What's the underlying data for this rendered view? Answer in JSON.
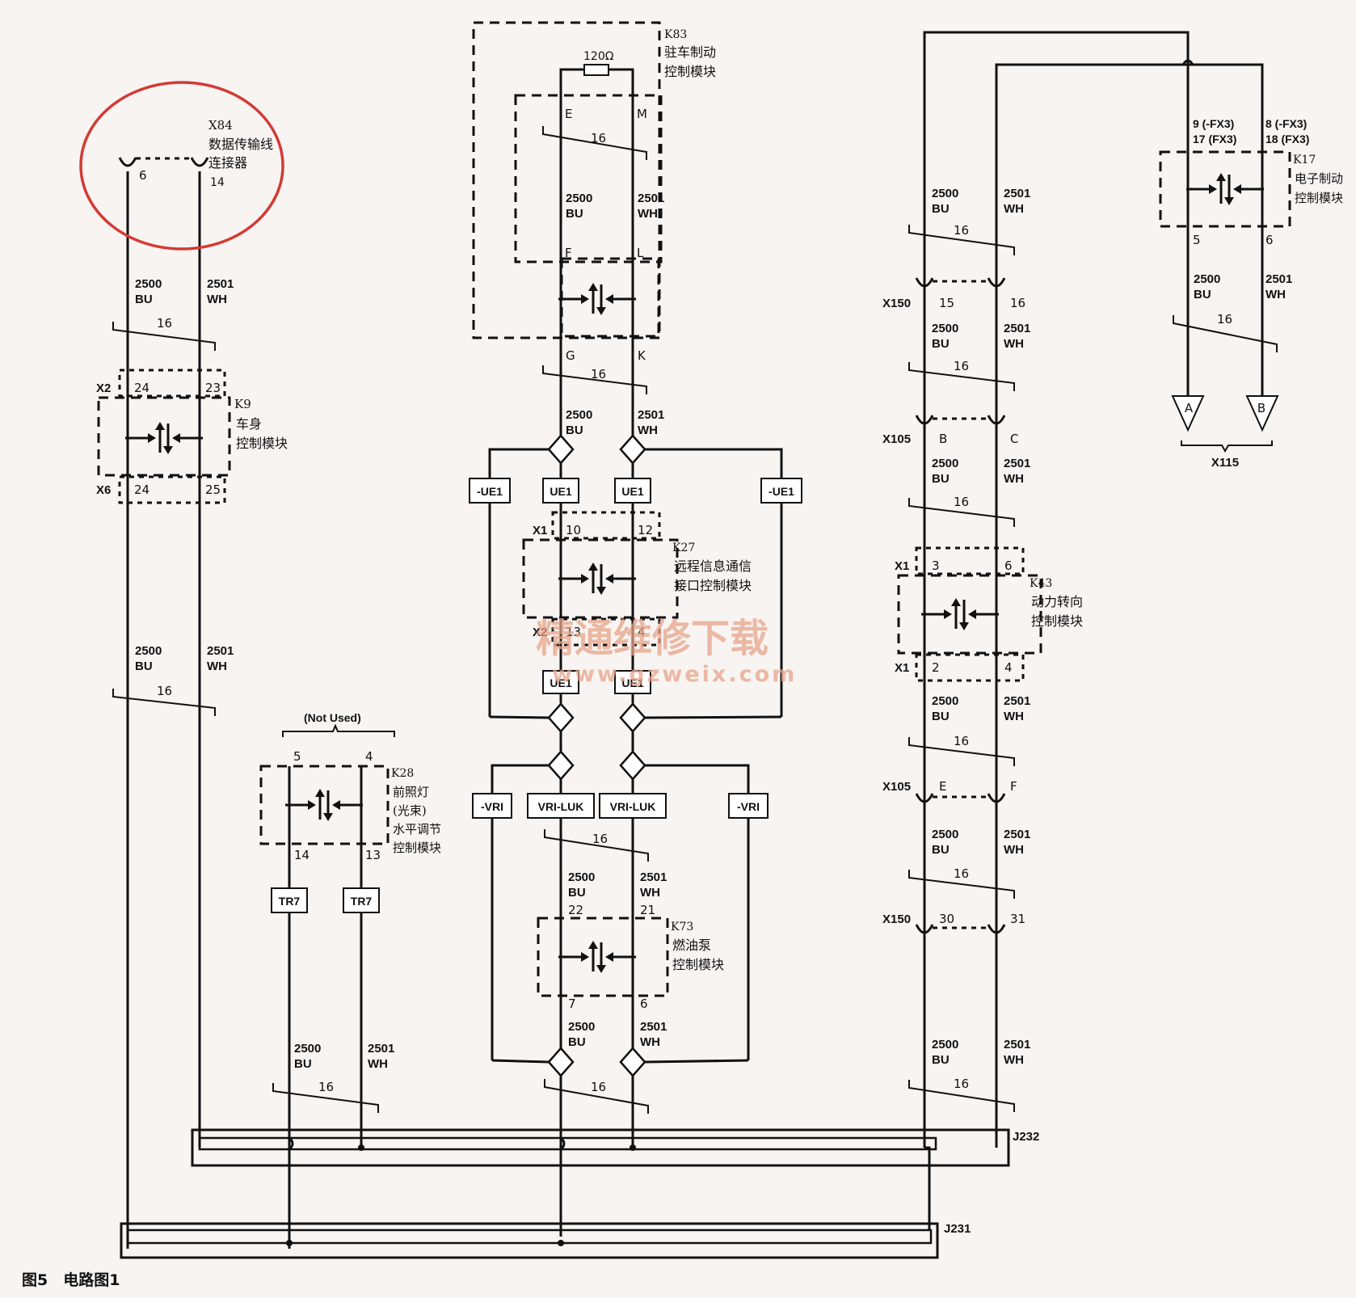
{
  "figure_caption": "图5　电路图1",
  "wire_bu": {
    "circuit": "2500",
    "color": "BU"
  },
  "wire_wh": {
    "circuit": "2501",
    "color": "WH"
  },
  "wire_gauge": "16",
  "highlight_color": "#d33a34",
  "watermark": {
    "text": "精通维修下载",
    "url": "www.gzweix.com",
    "color": "#e7a48a"
  },
  "modules": {
    "X84": {
      "id": "X84",
      "name_line1": "数据传输线",
      "name_line2": "连接器",
      "pin_a": "6",
      "pin_b": "14"
    },
    "K9": {
      "id": "K9",
      "name_line1": "车身",
      "name_line2": "控制模块",
      "conn_top": "X2",
      "top_a": "24",
      "top_b": "23",
      "conn_bot": "X6",
      "bot_a": "24",
      "bot_b": "25"
    },
    "K28": {
      "id": "K28",
      "name_line1": "前照灯",
      "name_line2": "(光束)",
      "name_line3": "水平调节",
      "name_line4": "控制模块",
      "not_used": "(Not Used)",
      "nu_a": "5",
      "nu_b": "4",
      "pin_a": "14",
      "pin_b": "13",
      "option": "TR7"
    },
    "K83": {
      "id": "K83",
      "name_line1": "驻车制动",
      "name_line2": "控制模块",
      "resistor": "120Ω",
      "pin_e": "E",
      "pin_m": "M",
      "pin_f": "F",
      "pin_l": "L",
      "pin_g": "G",
      "pin_k": "K"
    },
    "K27": {
      "id": "K27",
      "name_line1": "远程信息通信",
      "name_line2": "接口控制模块",
      "conn_top": "X1",
      "top_a": "10",
      "top_b": "12",
      "conn_bot": "X2",
      "bot_a": "13",
      "bot_b": "4"
    },
    "K73": {
      "id": "K73",
      "name_line1": "燃油泵",
      "name_line2": "控制模块",
      "top_a": "22",
      "top_b": "21",
      "bot_a": "7",
      "bot_b": "6"
    },
    "K17": {
      "id": "K17",
      "name_line1": "电子制动",
      "name_line2": "控制模块",
      "opt_a1": "9 (-FX3)",
      "opt_a2": "17 (FX3)",
      "opt_b1": "8 (-FX3)",
      "opt_b2": "18 (FX3)",
      "pin_a": "5",
      "pin_b": "6"
    },
    "K43": {
      "id": "K43",
      "name_line1": "动力转向",
      "name_line2": "控制模块",
      "conn_top": "X1",
      "top_a": "3",
      "top_b": "6",
      "conn_bot": "X1",
      "bot_a": "2",
      "bot_b": "4"
    }
  },
  "options": {
    "ue1": "UE1",
    "not_ue1": "-UE1",
    "vri_luk": "VRI-LUK",
    "not_vri": "-VRI"
  },
  "connectors": {
    "x150_top": {
      "id": "X150",
      "pin_a": "15",
      "pin_b": "16"
    },
    "x105_top": {
      "id": "X105",
      "pin_a": "B",
      "pin_b": "C"
    },
    "x105_bot": {
      "id": "X105",
      "pin_a": "E",
      "pin_b": "F"
    },
    "x150_bot": {
      "id": "X150",
      "pin_a": "30",
      "pin_b": "31"
    },
    "x115": {
      "id": "X115",
      "pin_a": "A",
      "pin_b": "B"
    }
  },
  "splices": {
    "j232": "J232",
    "j231": "J231"
  }
}
